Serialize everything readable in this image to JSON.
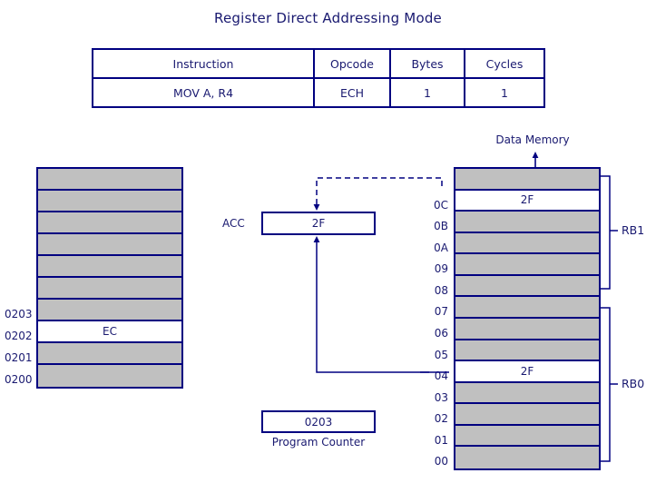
{
  "title": "Register Direct Addressing Mode",
  "instruction_table": {
    "headers": [
      "Instruction",
      "Opcode",
      "Bytes",
      "Cycles"
    ],
    "rows": [
      [
        "MOV A, R4",
        "ECH",
        "1",
        "1"
      ]
    ]
  },
  "code_memory": {
    "rows": [
      {
        "address": "",
        "value": "",
        "highlighted": false
      },
      {
        "address": "",
        "value": "",
        "highlighted": false
      },
      {
        "address": "",
        "value": "",
        "highlighted": false
      },
      {
        "address": "",
        "value": "",
        "highlighted": false
      },
      {
        "address": "",
        "value": "",
        "highlighted": false
      },
      {
        "address": "",
        "value": "",
        "highlighted": false
      },
      {
        "address": "0203",
        "value": "",
        "highlighted": false
      },
      {
        "address": "0202",
        "value": "EC",
        "highlighted": true
      },
      {
        "address": "0201",
        "value": "",
        "highlighted": false
      },
      {
        "address": "0200",
        "value": "",
        "highlighted": false
      }
    ]
  },
  "data_memory": {
    "caption": "Data Memory",
    "rows": [
      {
        "address": "",
        "value": "",
        "highlighted": false
      },
      {
        "address": "0C",
        "value": "2F",
        "highlighted": true
      },
      {
        "address": "0B",
        "value": "",
        "highlighted": false
      },
      {
        "address": "0A",
        "value": "",
        "highlighted": false
      },
      {
        "address": "09",
        "value": "",
        "highlighted": false
      },
      {
        "address": "08",
        "value": "",
        "highlighted": false
      },
      {
        "address": "07",
        "value": "",
        "highlighted": false
      },
      {
        "address": "06",
        "value": "",
        "highlighted": false
      },
      {
        "address": "05",
        "value": "",
        "highlighted": false
      },
      {
        "address": "04",
        "value": "2F",
        "highlighted": true
      },
      {
        "address": "03",
        "value": "",
        "highlighted": false
      },
      {
        "address": "02",
        "value": "",
        "highlighted": false
      },
      {
        "address": "01",
        "value": "",
        "highlighted": false
      },
      {
        "address": "00",
        "value": "",
        "highlighted": false
      }
    ],
    "banks": [
      {
        "name": "RB1"
      },
      {
        "name": "RB0"
      }
    ]
  },
  "accumulator": {
    "label": "ACC",
    "value": "2F"
  },
  "program_counter": {
    "label": "Program Counter",
    "value": "0203"
  },
  "colors": {
    "border": "#000080",
    "text": "#191970",
    "cell_fill": "#c0c0c0",
    "highlight_fill": "#ffffff",
    "background": "#ffffff"
  }
}
